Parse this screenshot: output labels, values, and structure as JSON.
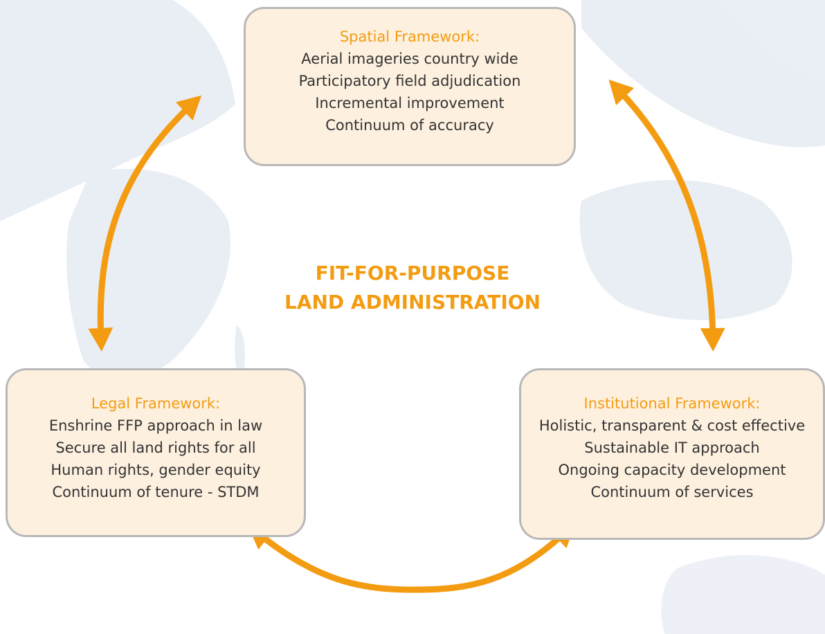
{
  "title": {
    "line1": "FIT-FOR-PURPOSE",
    "line2": "LAND ADMINISTRATION"
  },
  "boxes": {
    "spatial": {
      "heading": "Spatial Framework:",
      "items": [
        "Aerial imageries country wide",
        "Participatory field adjudication",
        "Incremental improvement",
        "Continuum of accuracy"
      ]
    },
    "legal": {
      "heading": "Legal Framework:",
      "items": [
        "Enshrine FFP approach in law",
        "Secure all land rights for all",
        "Human rights, gender equity",
        "Continuum of tenure - STDM"
      ]
    },
    "institutional": {
      "heading": "Institutional Framework:",
      "items": [
        "Holistic, transparent & cost effective",
        "Sustainable IT approach",
        "Ongoing capacity development",
        "Continuum of services"
      ]
    }
  },
  "colors": {
    "accent": "#f39c12",
    "box_fill": "#fdf0df",
    "box_border": "#b8b8b8",
    "text": "#333333",
    "map": "#e9eef5"
  }
}
